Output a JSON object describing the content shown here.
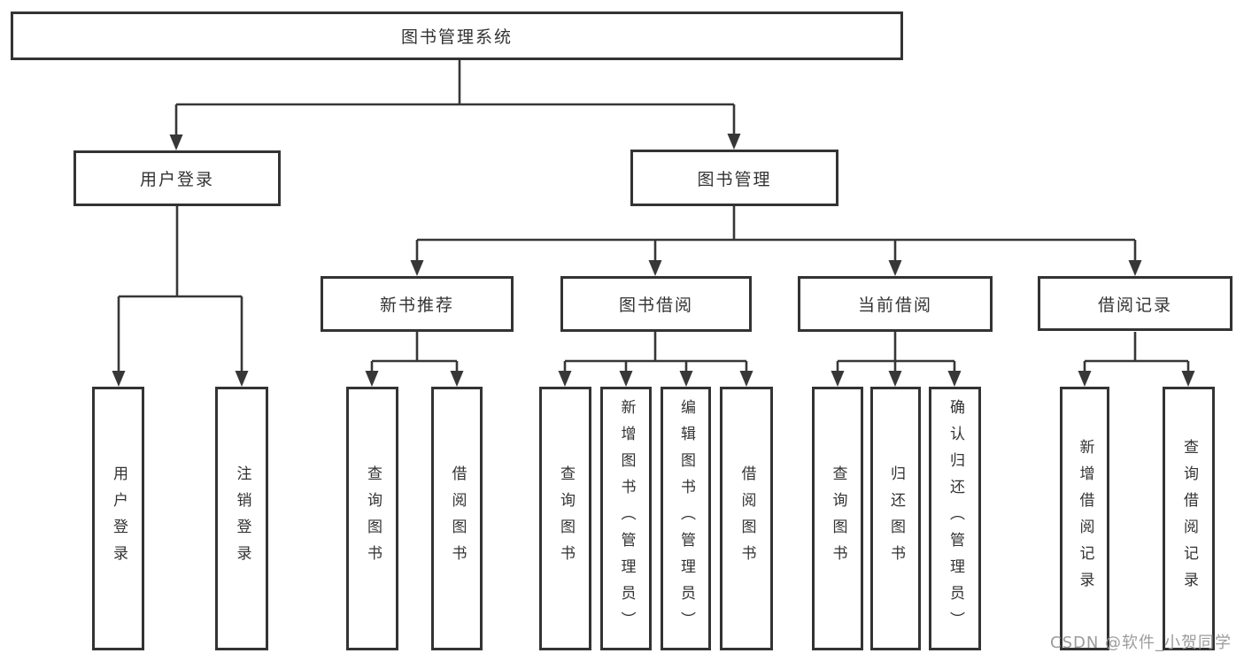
{
  "tree": {
    "root": {
      "label": "图书管理系统",
      "children": [
        {
          "label": "用户登录",
          "children": [
            {
              "label": "用户登录"
            },
            {
              "label": "注销登录"
            }
          ]
        },
        {
          "label": "图书管理",
          "children": [
            {
              "label": "新书推荐",
              "children": [
                {
                  "label": "查询图书"
                },
                {
                  "label": "借阅图书"
                }
              ]
            },
            {
              "label": "图书借阅",
              "children": [
                {
                  "label": "查询图书"
                },
                {
                  "label": "新增图书（管理员）"
                },
                {
                  "label": "编辑图书（管理员）"
                },
                {
                  "label": "借阅图书"
                }
              ]
            },
            {
              "label": "当前借阅",
              "children": [
                {
                  "label": "查询图书"
                },
                {
                  "label": "归还图书"
                },
                {
                  "label": "确认归还（管理员）"
                }
              ]
            },
            {
              "label": "借阅记录",
              "children": [
                {
                  "label": "新增借阅记录"
                },
                {
                  "label": "查询借阅记录"
                }
              ]
            }
          ]
        }
      ]
    }
  },
  "watermark": {
    "text": "CSDN @软件_小贺同学"
  },
  "colors": {
    "line": "#373737",
    "box_border": "#333333",
    "text": "#333333",
    "watermark": "#9c9c9c",
    "background": "#ffffff"
  }
}
